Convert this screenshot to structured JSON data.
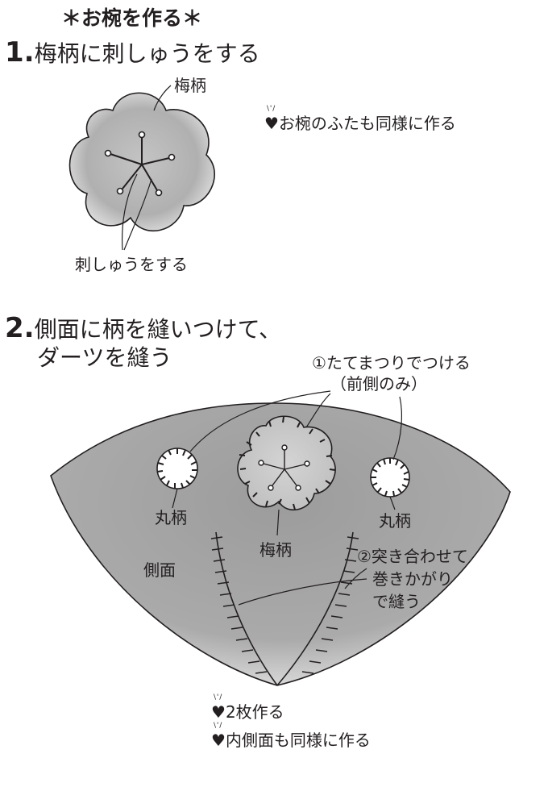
{
  "title": "＊お椀を作る＊",
  "step1": {
    "number": "1.",
    "heading": "梅柄に刺しゅうをする",
    "label_plum": "梅柄",
    "label_embroider": "刺しゅうをする",
    "note": "お椀のふたも同様に作る"
  },
  "step2": {
    "number": "2.",
    "heading_line1": "側面に柄を縫いつけて、",
    "heading_line2": "ダーツを縫う",
    "callout_line1": "①たてまつりでつける",
    "callout_line2": "（前側のみ）",
    "label_round_left": "丸柄",
    "label_round_right": "丸柄",
    "label_plum": "梅柄",
    "label_side": "側面",
    "callout2_line1": "②突き合わせて",
    "callout2_line2": "巻きかがり",
    "callout2_line3": "で縫う"
  },
  "notes": {
    "make_two": "2枚作る",
    "inner_same": "内側面も同様に作る",
    "heart_icon": "heart-icon"
  },
  "colors": {
    "outline": "#231f20",
    "fill_gray": "#a8a8a8",
    "fill_light": "#d9d9d9",
    "background": "#ffffff"
  }
}
